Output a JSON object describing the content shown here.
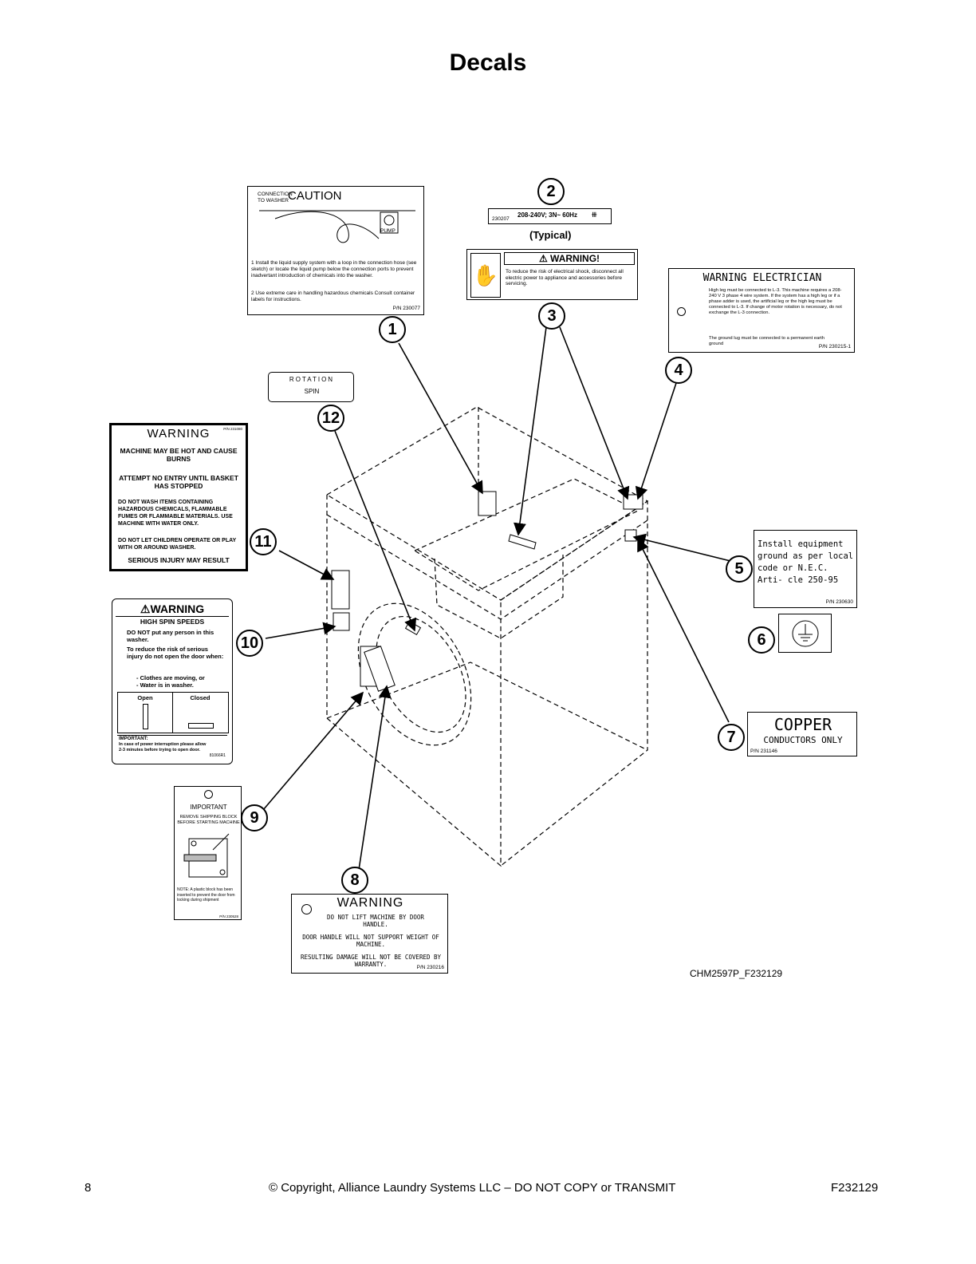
{
  "page": {
    "title": "Decals",
    "drawing_id": "CHM2597P_F232129",
    "footer": {
      "page_number": "8",
      "copyright": "© Copyright, Alliance Laundry Systems LLC – DO NOT COPY or TRANSMIT",
      "doc_id": "F232129"
    }
  },
  "callouts": [
    "1",
    "2",
    "3",
    "4",
    "5",
    "6",
    "7",
    "8",
    "9",
    "10",
    "11",
    "12"
  ],
  "decals": {
    "d1": {
      "header": "CAUTION",
      "conn_label": "CONNECTION TO WASHER",
      "pump": "PUMP",
      "item1": "1  Install the liquid supply system with a loop in the connection hose (see sketch) or locate the liquid pump below the connection ports to prevent inadvertant introduction of chemicals into the washer.",
      "item2": "2  Use extreme care in handling hazardous chemicals Consult container labels for instructions.",
      "pn": "P/N 230077"
    },
    "d2": {
      "code": "230207",
      "rating": "208-240V; 3N~ 60Hz",
      "note": "(Typical)"
    },
    "d3": {
      "header": "WARNING!",
      "body": "To reduce the risk of electrical shock, disconnect all electric power to appliance and accessories before servicing."
    },
    "d4": {
      "header": "WARNING ELECTRICIAN",
      "body": "High leg must be connected to L-3. This machine requires a 208-240 V 3 phase 4 wire system. If the system has a high leg or if a phase adder is used, the artificial leg or the high leg must be connected to L-3. If change of motor rotation is necessary, do not exchange the L-3 connection.",
      "body2": "The ground lug must be connected to a permanent earth ground",
      "pn": "P/N 230215-1"
    },
    "d5": {
      "body": "Install equipment ground as per local code or N.E.C. Arti- cle 250-95",
      "pn": "P/N 230630"
    },
    "d7": {
      "line1": "COPPER",
      "line2": "CONDUCTORS ONLY",
      "pn": "P/N 231146"
    },
    "d8": {
      "header": "WARNING",
      "l1": "DO NOT LIFT MACHINE BY DOOR HANDLE.",
      "l2": "DOOR HANDLE WILL NOT SUPPORT WEIGHT OF MACHINE.",
      "l3": "RESULTING DAMAGE WILL NOT BE COVERED BY WARRANTY.",
      "pn": "P/N 230216"
    },
    "d9": {
      "header": "IMPORTANT",
      "l1": "REMOVE SHIPPING BLOCK BEFORE STARTING MACHINE",
      "note": "NOTE: A plastic block has been inserted to prevent the door from locking during shipment",
      "pn": "P/N 230528"
    },
    "d10": {
      "header": "WARNING",
      "sub": "HIGH SPIN SPEEDS",
      "l1": "DO NOT put any person in this washer.",
      "l2": "To reduce the risk of serious injury do not open the door when:",
      "l3": "- Clothes are moving, or",
      "l4": "- Water is in washer.",
      "open": "Open",
      "closed": "Closed",
      "imp": "IMPORTANT:",
      "imp_body": "In case of power interruption please allow 2-3 minutes before trying to open door.",
      "pn": "81066R1"
    },
    "d11": {
      "header": "WARNING",
      "pn": "P/N 231080",
      "l1": "MACHINE MAY BE HOT AND CAUSE BURNS",
      "l2": "ATTEMPT NO ENTRY UNTIL BASKET HAS STOPPED",
      "l3": "DO NOT WASH ITEMS CONTAINING HAZARDOUS CHEMICALS, FLAMMABLE FUMES OR FLAMMABLE MATERIALS. USE MACHINE WITH WATER ONLY.",
      "l4": "DO NOT LET CHILDREN OPERATE OR PLAY WITH OR AROUND WASHER.",
      "l5": "SERIOUS INJURY MAY RESULT"
    },
    "d12": {
      "l1": "ROTATION",
      "l2": "SPIN"
    }
  }
}
